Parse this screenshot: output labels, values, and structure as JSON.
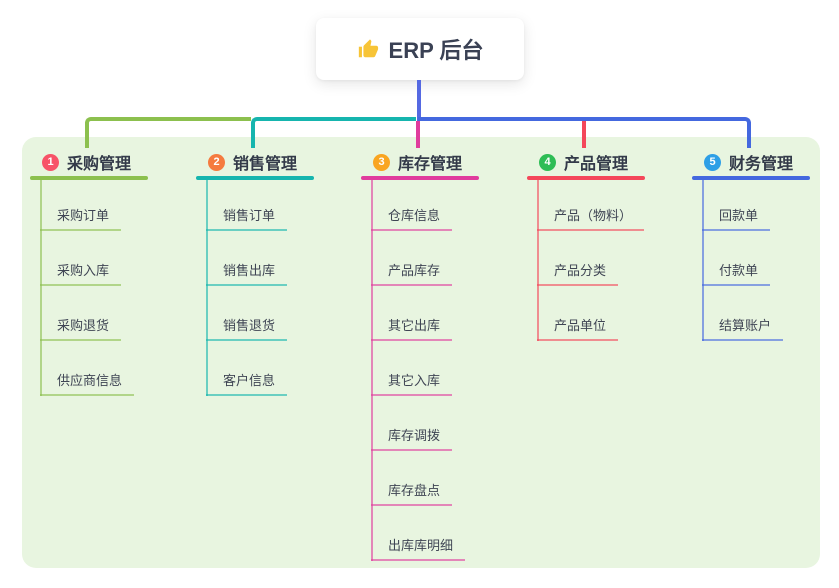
{
  "root": {
    "label": "ERP 后台",
    "icon": "thumbs-up-icon",
    "icon_color": "#f7c437"
  },
  "colors": {
    "panel_bg": "#e8f5e0",
    "stem": "#5569e2",
    "text_dark": "#3a4154",
    "child_text": "#3f4554"
  },
  "branches": [
    {
      "num": "1",
      "label": "采购管理",
      "badge_color": "#f75368",
      "line_color": "#8cc04e",
      "children": [
        "采购订单",
        "采购入库",
        "采购退货",
        "供应商信息"
      ]
    },
    {
      "num": "2",
      "label": "销售管理",
      "badge_color": "#f57b3f",
      "line_color": "#16b5ae",
      "children": [
        "销售订单",
        "销售出库",
        "销售退货",
        "客户信息"
      ]
    },
    {
      "num": "3",
      "label": "库存管理",
      "badge_color": "#f9a521",
      "line_color": "#e03c9d",
      "children": [
        "仓库信息",
        "产品库存",
        "其它出库",
        "其它入库",
        "库存调拨",
        "库存盘点",
        "出库库明细"
      ]
    },
    {
      "num": "4",
      "label": "产品管理",
      "badge_color": "#2ebd55",
      "line_color": "#f4475a",
      "children": [
        "产品（物料）",
        "产品分类",
        "产品单位"
      ]
    },
    {
      "num": "5",
      "label": "财务管理",
      "badge_color": "#2e9fe6",
      "line_color": "#4468df",
      "children": [
        "回款单",
        "付款单",
        "结算账户"
      ]
    }
  ]
}
